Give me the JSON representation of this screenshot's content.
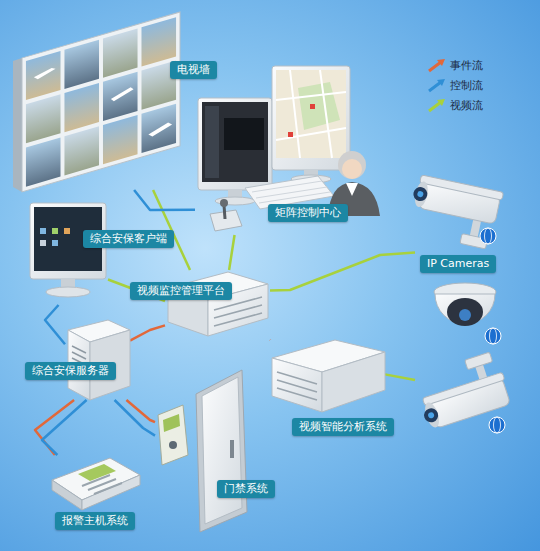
{
  "diagram": {
    "nodes": [
      {
        "text": [
          "电视墙"
        ]
      },
      {
        "text": [
          "矩阵控制中心"
        ]
      },
      {
        "text": [
          "综合安保客户端"
        ]
      },
      {
        "text": [
          "IP Cameras"
        ]
      },
      {
        "text": [
          "视频监控管理平台"
        ]
      },
      {
        "text": [
          "综合安保服务器"
        ]
      },
      {
        "text": [
          "视频智能分析系统"
        ]
      },
      {
        "text": [
          "门禁系统"
        ]
      },
      {
        "text": [
          "报警主机系统"
        ]
      }
    ],
    "edges": [
      {
        "from": 3,
        "to": 4,
        "arrow": "none"
      },
      {
        "from": 4,
        "to": 0,
        "arrow": "none"
      },
      {
        "from": 4,
        "to": 2,
        "arrow": "none"
      },
      {
        "from": 4,
        "to": 1,
        "arrow": "none"
      },
      {
        "from": 3,
        "to": 6,
        "arrow": "none"
      },
      {
        "from": 1,
        "to": 0,
        "arrow": "none"
      },
      {
        "from": 2,
        "to": 5,
        "arrow": "none"
      },
      {
        "from": 5,
        "to": 4,
        "arrow": "none"
      },
      {
        "from": 5,
        "to": 7,
        "arrow": "none"
      },
      {
        "from": 5,
        "to": 8,
        "arrow": "none"
      },
      {
        "from": 6,
        "to": 4,
        "arrow": "none"
      },
      {
        "from": 5,
        "to": 7,
        "arrow": "none"
      },
      {
        "from": 5,
        "to": 8,
        "arrow": "none"
      }
    ],
    "legend": [
      {
        "text": "事件流"
      },
      {
        "text": "控制流"
      },
      {
        "text": "视频流"
      }
    ]
  }
}
